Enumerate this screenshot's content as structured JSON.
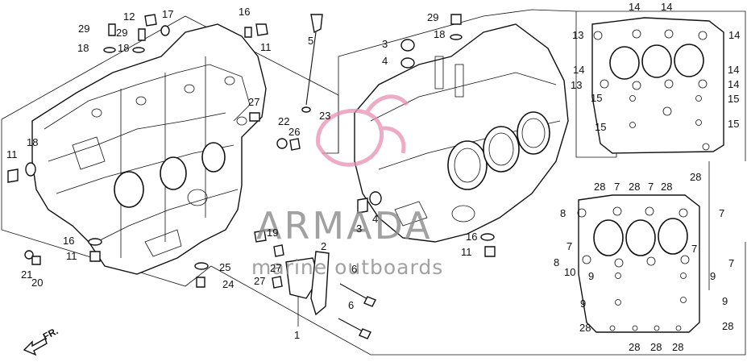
{
  "watermark": {
    "brand": "ARMADA",
    "tagline": "marine outboards",
    "logo_color": "#e88fb2"
  },
  "direction_marker": {
    "label": "FR.",
    "icon": "arrow-icon"
  },
  "callouts": {
    "left_block": [
      "12",
      "17",
      "29",
      "29",
      "18",
      "18",
      "16",
      "11",
      "27",
      "22",
      "26",
      "23",
      "5",
      "11",
      "18",
      "16",
      "11",
      "19",
      "27",
      "27",
      "25",
      "24",
      "21",
      "20",
      "2",
      "1",
      "6",
      "6"
    ],
    "right_block": [
      "29",
      "18",
      "3",
      "4",
      "4",
      "3",
      "16",
      "11"
    ],
    "cover_top": [
      "14",
      "14",
      "13",
      "14",
      "14",
      "14",
      "13",
      "14",
      "15",
      "15",
      "15",
      "15"
    ],
    "cover_bottom": [
      "28",
      "7",
      "28",
      "7",
      "28",
      "28",
      "8",
      "7",
      "7",
      "7",
      "8",
      "7",
      "10",
      "9",
      "9",
      "9",
      "9",
      "28",
      "28",
      "28",
      "28",
      "28"
    ]
  }
}
